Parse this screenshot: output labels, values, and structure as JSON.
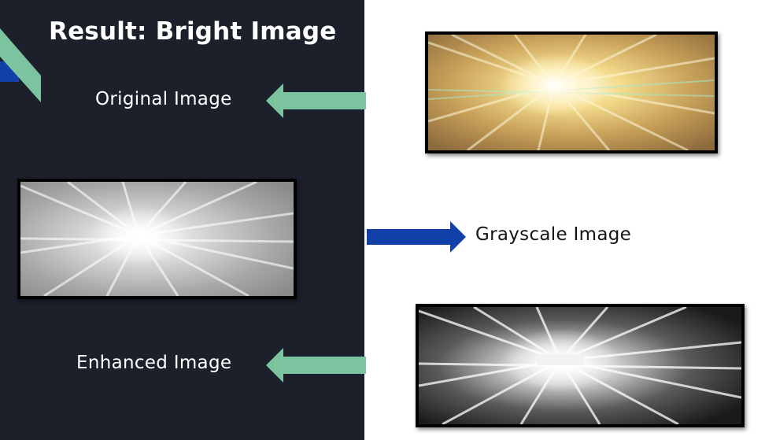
{
  "slide": {
    "title": "Result: Bright Image",
    "colors": {
      "panel_background": "#1c202b",
      "page_background": "#ffffff",
      "accent_green": "#7cc3a0",
      "accent_blue": "#1040a8"
    }
  },
  "labels": {
    "original": "Original Image",
    "grayscale": "Grayscale Image",
    "enhanced": "Enhanced Image"
  },
  "arrows": {
    "original": {
      "direction": "left",
      "color": "#7cc3a0"
    },
    "grayscale": {
      "direction": "right",
      "color": "#1040a8"
    },
    "enhanced": {
      "direction": "left",
      "color": "#7cc3a0"
    }
  },
  "images": {
    "original": {
      "kind": "color starburst"
    },
    "grayscale": {
      "kind": "grayscale starburst"
    },
    "enhanced": {
      "kind": "high-contrast grayscale starburst"
    }
  }
}
